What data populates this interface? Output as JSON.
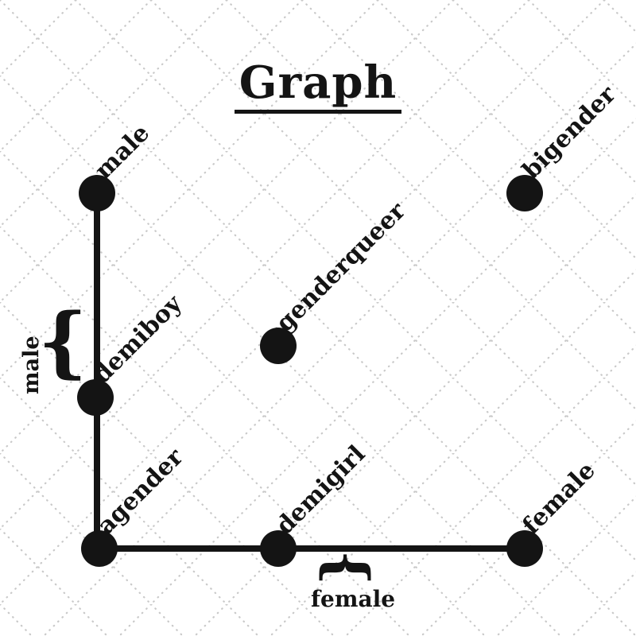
{
  "title": "Graph",
  "colors": {
    "ink": "#141414",
    "lattice": "#c9c9c9",
    "background": "#ffffff"
  },
  "graph": {
    "nodes": [
      {
        "id": "male",
        "label": "male"
      },
      {
        "id": "bigender",
        "label": "bigender"
      },
      {
        "id": "genderqueer",
        "label": "genderqueer"
      },
      {
        "id": "demiboy",
        "label": "demiboy"
      },
      {
        "id": "agender",
        "label": "agender"
      },
      {
        "id": "demigirl",
        "label": "demigirl"
      },
      {
        "id": "female",
        "label": "female"
      }
    ],
    "edges": [
      {
        "from": "male",
        "to": "demiboy"
      },
      {
        "from": "demiboy",
        "to": "agender"
      },
      {
        "from": "agender",
        "to": "demigirl"
      },
      {
        "from": "demigirl",
        "to": "female"
      }
    ]
  },
  "annotations": {
    "left_brace": {
      "glyph": "{",
      "label": "male"
    },
    "bottom_brace": {
      "glyph": "{",
      "label": "female"
    }
  }
}
